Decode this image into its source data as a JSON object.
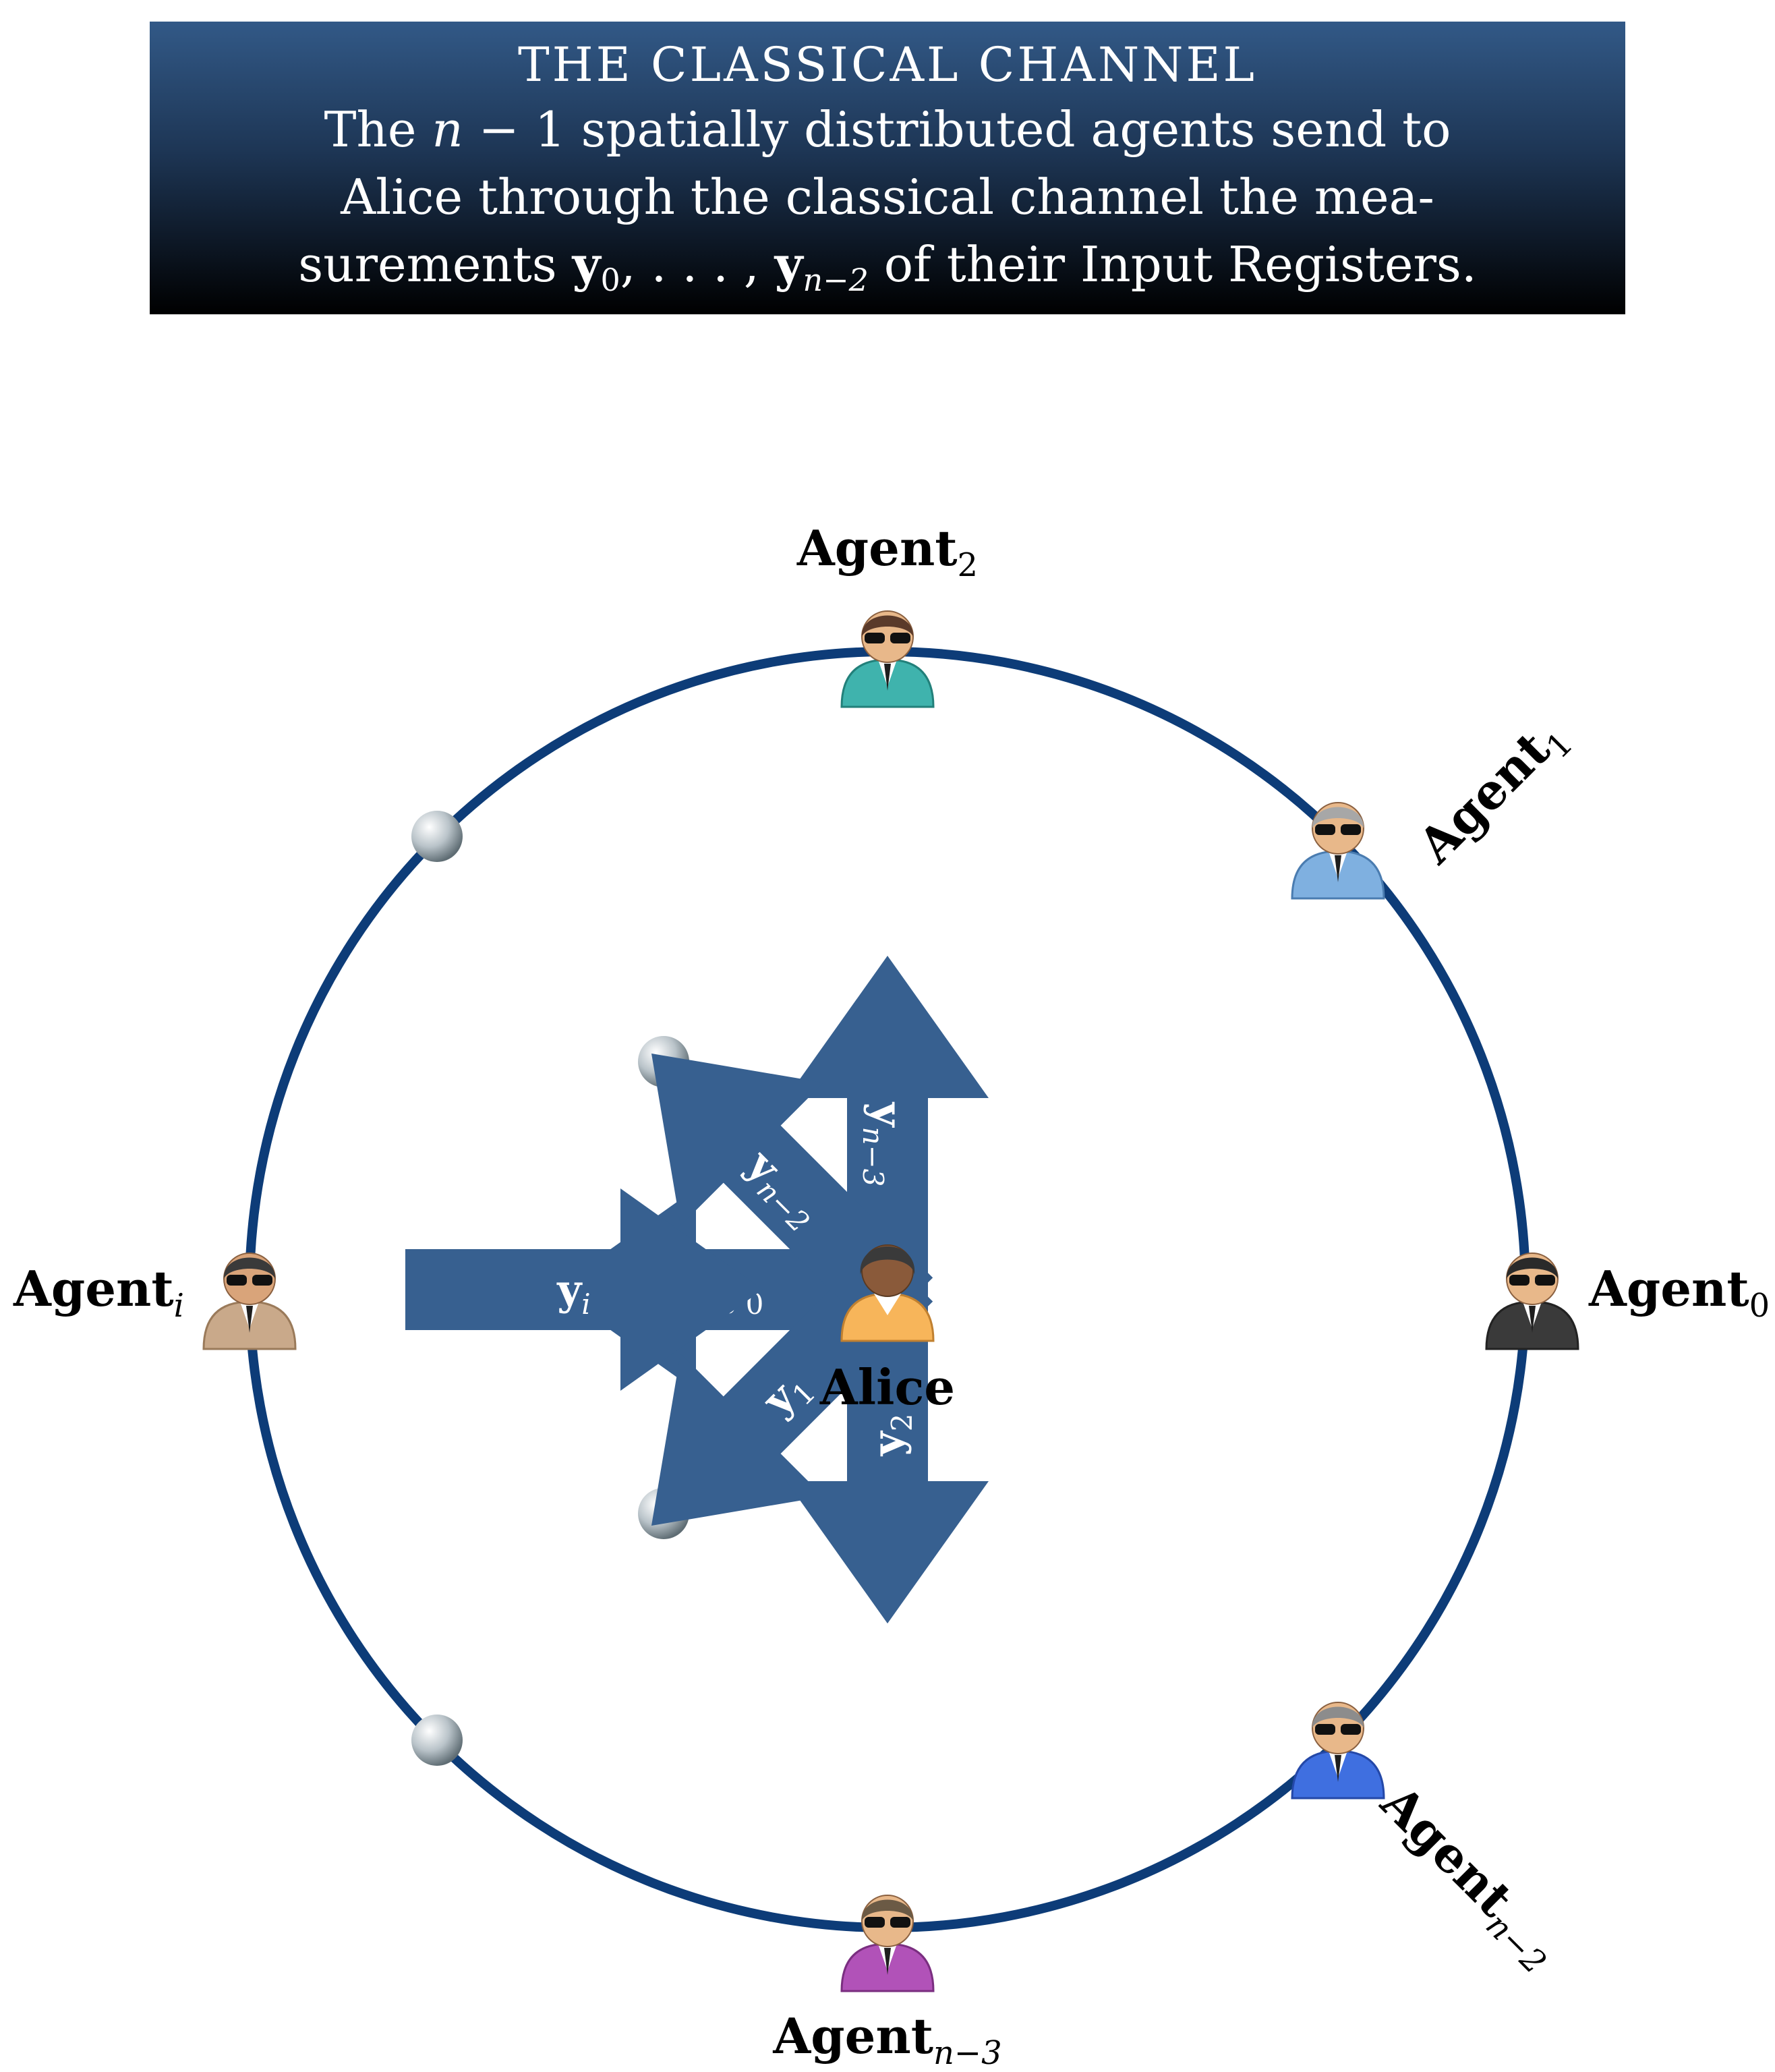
{
  "banner": {
    "title": "THE  CLASSICAL  CHANNEL",
    "line1": {
      "pre": "The ",
      "n": "n",
      "mid": " − 1 spatially distributed agents send to"
    },
    "line2": "Alice through the classical channel the mea-",
    "line3": {
      "pre": "surements ",
      "y": "y",
      "sub0": "0",
      "dots": ", . . . , ",
      "sub1": "n−2",
      "post": " of their Input Registers."
    }
  },
  "center": {
    "label": "Alice"
  },
  "agents": [
    {
      "id": "agent0",
      "label": "Agent",
      "sub": "0",
      "suit": "#3a3a3a",
      "hair": "#2a2a2a"
    },
    {
      "id": "agent1",
      "label": "Agent",
      "sub": "1",
      "suit": "#7fb0e0",
      "hair": "#a7a7a7"
    },
    {
      "id": "agent2",
      "label": "Agent",
      "sub": "2",
      "suit": "#3fb3ad",
      "hair": "#5a3a2a"
    },
    {
      "id": "agenti",
      "label": "Agent",
      "sub": "i",
      "suit": "#c9a98a",
      "hair": "#3a3a3a"
    },
    {
      "id": "agentn3",
      "label": "Agent",
      "sub": "n−3",
      "suit": "#b152b8",
      "hair": "#6b5a45"
    },
    {
      "id": "agentn2",
      "label": "Agent",
      "sub": "n−2",
      "suit": "#3f6fe0",
      "hair": "#8c8c8c"
    }
  ],
  "arrows": [
    {
      "id": "y0",
      "label": "y",
      "sub": "0"
    },
    {
      "id": "y1",
      "label": "y",
      "sub": "1"
    },
    {
      "id": "y2",
      "label": "y",
      "sub": "2"
    },
    {
      "id": "yi",
      "label": "y",
      "sub": "i"
    },
    {
      "id": "yn3",
      "label": "y",
      "sub": "n−3"
    },
    {
      "id": "yn2",
      "label": "y",
      "sub": "n−2"
    }
  ],
  "colors": {
    "ring": "#0d3c78",
    "arrow": "#376090",
    "banner_top": "#325987",
    "banner_bottom": "#000000"
  }
}
